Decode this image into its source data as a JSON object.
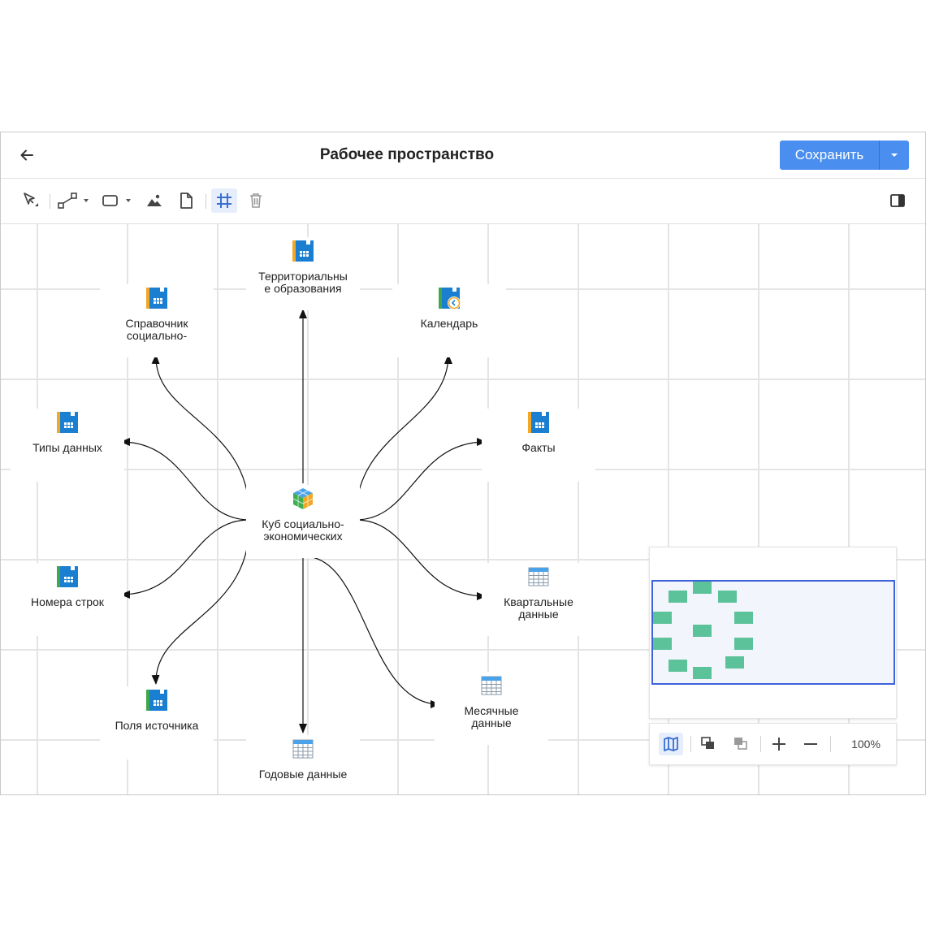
{
  "header": {
    "title": "Рабочее пространство",
    "save_label": "Сохранить"
  },
  "toolbar": {
    "tools": [
      "pointer-icon",
      "connector-icon",
      "rectangle-icon",
      "image-icon",
      "document-icon",
      "grid-icon",
      "trash-icon"
    ],
    "active": "grid-icon",
    "right_tool": "panel-toggle-icon"
  },
  "colors": {
    "accent": "#4a8eef",
    "grid_line": "#e4e4e4",
    "minimap_node": "#5cc29a",
    "minimap_frame": "#3d63d8"
  },
  "nodes": {
    "center": {
      "label": "Куб социально-\nэкономических",
      "icon": "cube-icon"
    },
    "territories": {
      "label": "Территориальны\nе образования",
      "icon": "dictionary-icon"
    },
    "social_dict": {
      "label": "Справочник\nсоциально-",
      "icon": "dictionary-icon"
    },
    "calendar": {
      "label": "Календарь",
      "icon": "calendar-dictionary-icon"
    },
    "data_types": {
      "label": "Типы данных",
      "icon": "dictionary-icon"
    },
    "facts": {
      "label": "Факты",
      "icon": "dictionary-icon"
    },
    "row_numbers": {
      "label": "Номера строк",
      "icon": "dictionary-icon"
    },
    "quarterly": {
      "label": "Квартальные\nданные",
      "icon": "table-icon"
    },
    "source_fields": {
      "label": "Поля источника",
      "icon": "dictionary-icon"
    },
    "monthly": {
      "label": "Месячные\nданные",
      "icon": "table-icon"
    },
    "annual": {
      "label": "Годовые данные",
      "icon": "table-icon"
    }
  },
  "zoom": {
    "level": "100%",
    "tools": [
      "map-icon",
      "bring-forward-icon",
      "send-backward-icon",
      "zoom-in-icon",
      "zoom-out-icon"
    ]
  }
}
